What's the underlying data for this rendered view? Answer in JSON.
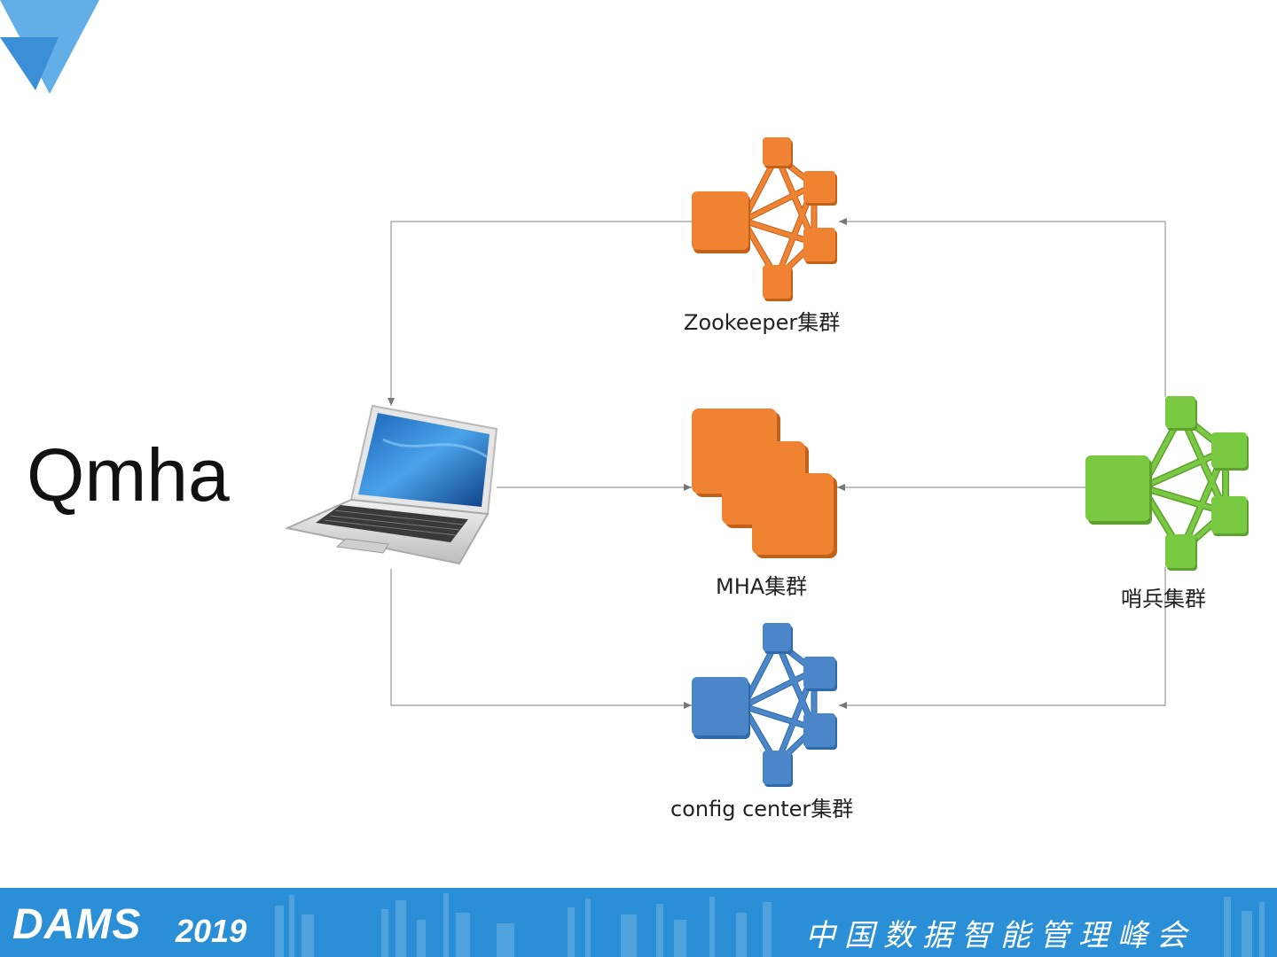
{
  "slide": {
    "title": "Qmha"
  },
  "nodes": {
    "zookeeper": {
      "label": "Zookeeper集群",
      "color": "#f08332"
    },
    "mha": {
      "label": "MHA集群",
      "color": "#f08332"
    },
    "sentinel": {
      "label": "哨兵集群",
      "color": "#7ac943"
    },
    "config": {
      "label": "config center集群",
      "color": "#4a86c8"
    },
    "client": {
      "icon": "laptop-icon"
    }
  },
  "footer": {
    "brand": "DAMS",
    "year": "2019",
    "slogan": "中国数据智能管理峰会",
    "color": "#2a8fd6"
  },
  "colors": {
    "logo_dark": "#3a8fd6",
    "logo_light": "#7fc0ef",
    "edge": "#999999"
  }
}
